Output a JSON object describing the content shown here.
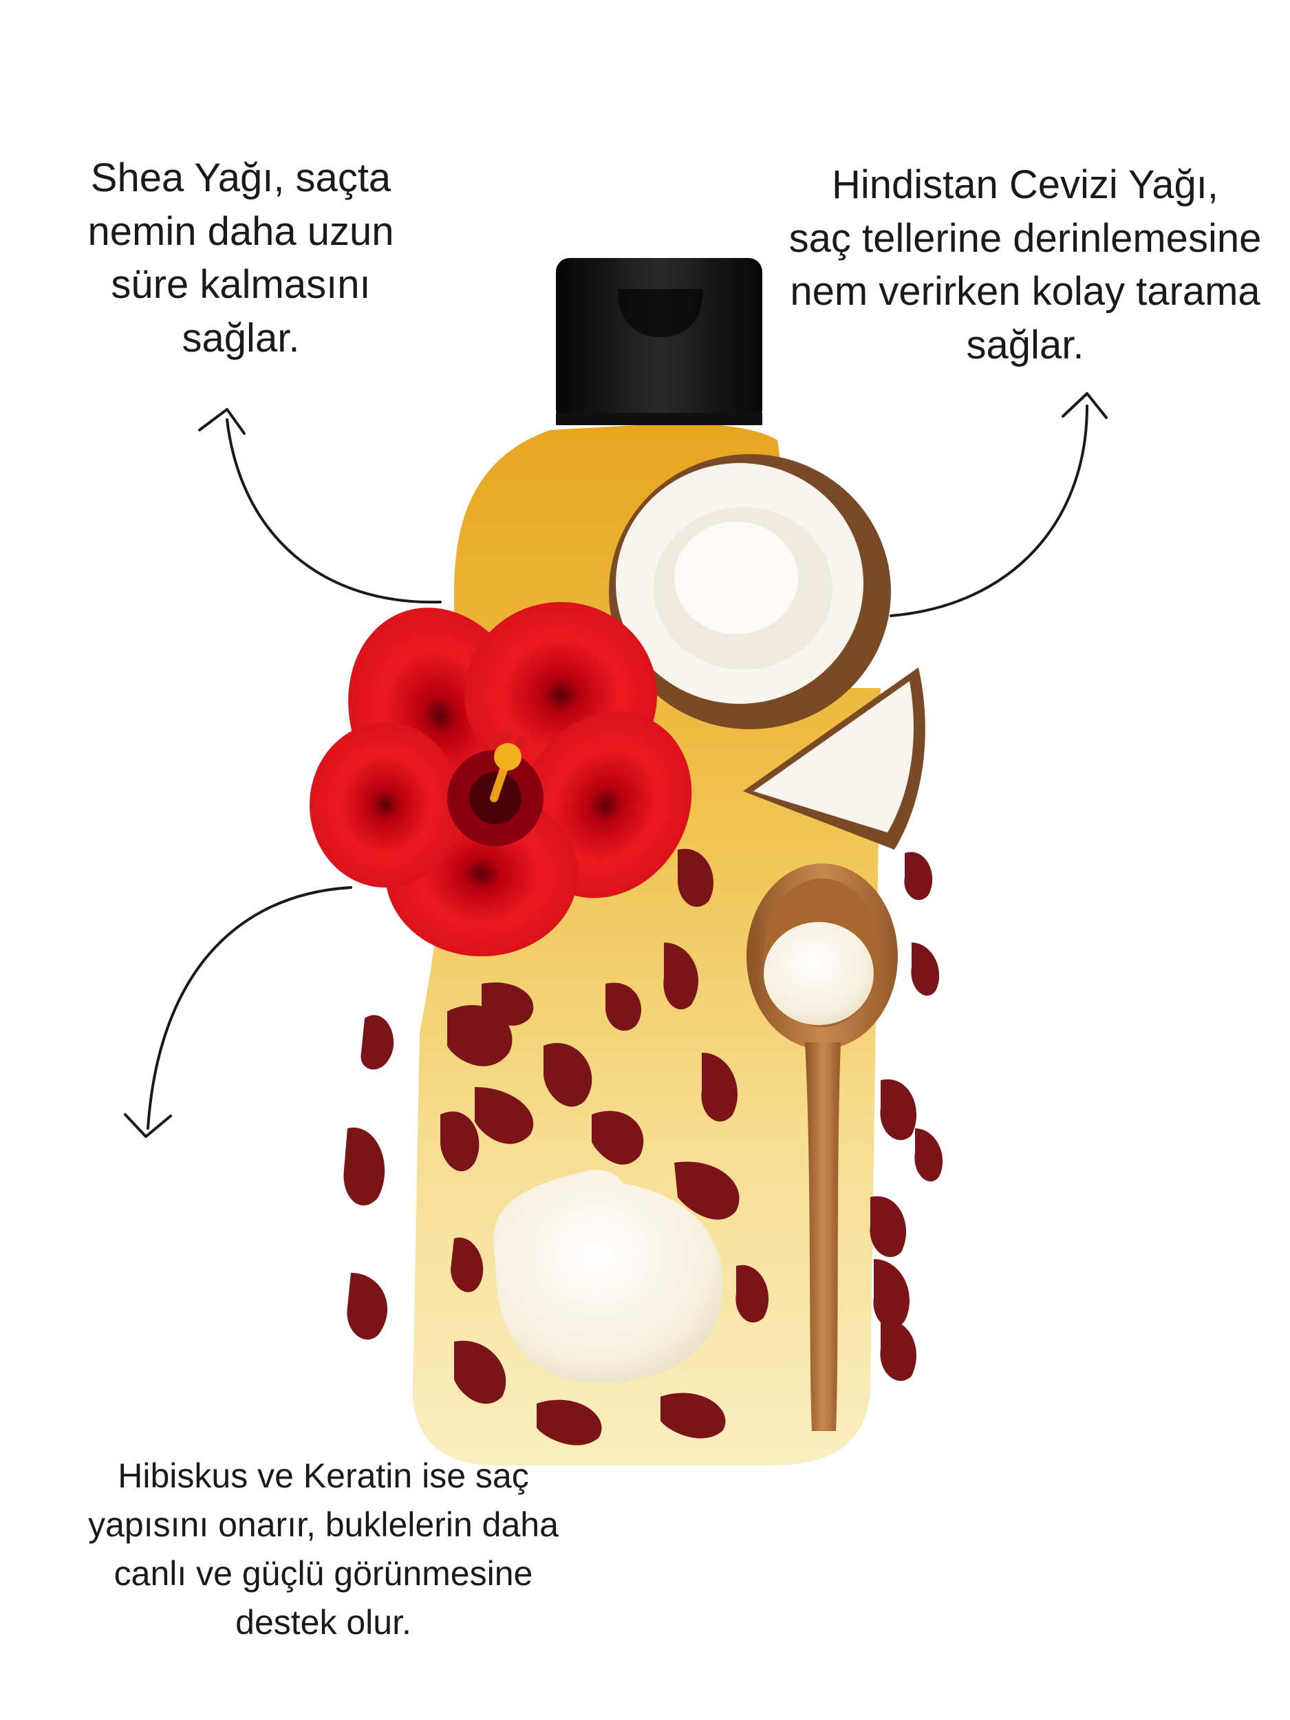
{
  "captions": {
    "shea": "Shea Yağı, saçta\nnemin daha uzun\nsüre kalmasını\nsağlar.",
    "coconut": "Hindistan Cevizi Yağı,\nsaç tellerine derinlemesine\nnem verirken kolay tarama\nsağlar.",
    "hibiscus": "Hibiskus ve Keratin ise saç\nyapısını onarır, buklelerin daha\ncanlı ve güçlü görünmesine\ndestek olur."
  },
  "icons": {
    "arrow_shea": "curved-arrow-up-left-icon",
    "arrow_coconut": "curved-arrow-up-right-icon",
    "arrow_hibiscus": "curved-arrow-down-left-icon"
  },
  "colors": {
    "background": "#ffffff",
    "text": "#1a1a1a",
    "bottle_cap": "#111111",
    "oil_gold": "#e8ac2a",
    "hibiscus_red": "#e3141a",
    "dried_petal": "#7a1418",
    "coconut_shell": "#7a4a26",
    "coconut_flesh": "#f8f5ee",
    "cream": "#f6f1e3",
    "wood": "#b8773f"
  }
}
